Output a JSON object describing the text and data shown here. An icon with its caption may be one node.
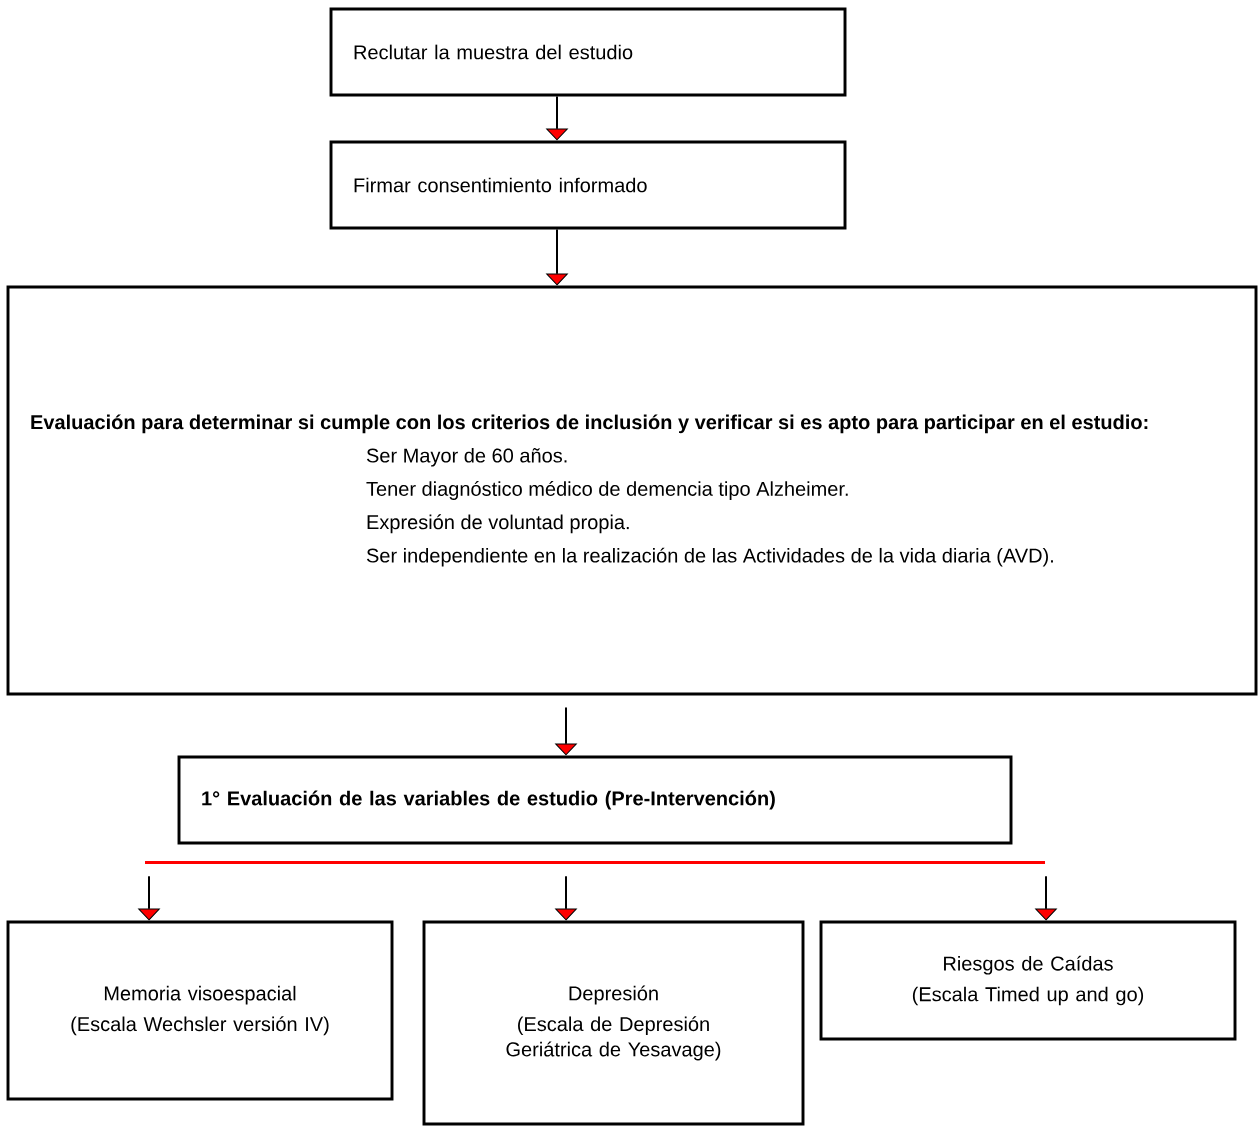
{
  "diagram": {
    "nodes": [
      {
        "text": [
          "Reclutar la muestra del estudio"
        ]
      },
      {
        "text": [
          "Firmar consentimiento informado"
        ]
      },
      {
        "text": [
          "Evaluación para determinar si cumple con los criterios de inclusión y verificar si es apto para participar en el estudio:",
          "Ser Mayor de 60 años.",
          "Tener diagnóstico médico de demencia tipo Alzheimer.",
          "Expresión de voluntad propia.",
          "Ser independiente en la realización de las Actividades de la vida diaria (AVD)."
        ]
      },
      {
        "text": [
          "1° Evaluación de las variables de estudio (Pre-Intervención)"
        ]
      },
      {
        "text": [],
        "shape": "bar"
      },
      {
        "text": [
          "Memoria visoespacial",
          "(Escala Wechsler versión IV)"
        ]
      },
      {
        "text": [
          "Depresión",
          "(Escala de Depresión Geriátrica de Yesavage)"
        ]
      },
      {
        "text": [
          "Riesgos de Caídas",
          "(Escala Timed up and go)"
        ]
      }
    ],
    "edges": [
      {
        "from": 0,
        "to": 1,
        "arrow": "to"
      },
      {
        "from": 1,
        "to": 2,
        "arrow": "to"
      },
      {
        "from": 2,
        "to": 3,
        "arrow": "to"
      },
      {
        "from": 4,
        "to": 5,
        "arrow": "to"
      },
      {
        "from": 4,
        "to": 6,
        "arrow": "to"
      },
      {
        "from": 4,
        "to": 7,
        "arrow": "to"
      }
    ]
  }
}
